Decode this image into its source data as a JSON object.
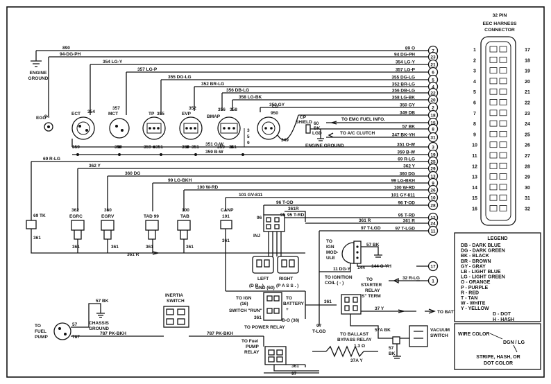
{
  "harness": {
    "title": "32 PIN",
    "subtitle_1": "EEC HARNESS",
    "subtitle_2": "CONNECTOR",
    "pins_left": [
      "1",
      "2",
      "3",
      "4",
      "5",
      "6",
      "7",
      "8",
      "9",
      "10",
      "11",
      "12",
      "13",
      "14",
      "15",
      "16"
    ],
    "pins_right": [
      "17",
      "18",
      "19",
      "20",
      "21",
      "22",
      "23",
      "24",
      "25",
      "26",
      "27",
      "28",
      "29",
      "30",
      "31",
      "32"
    ]
  },
  "circuits": [
    {
      "label": "89 O",
      "pin": "7"
    },
    {
      "label": "94 DG-PH",
      "pin": "23"
    },
    {
      "label": "354 LG-Y",
      "pin": "21"
    },
    {
      "label": "357 LG-P",
      "pin": "6"
    },
    {
      "label": "355 DG-LG",
      "pin": "5"
    },
    {
      "label": "352 BR-LG",
      "pin": "4"
    },
    {
      "label": "356 DB-LG",
      "pin": "22"
    },
    {
      "label": "358 LG-BK",
      "pin": "20"
    },
    {
      "label": "350 GY",
      "pin": "2"
    },
    {
      "label": "349 DB",
      "pin": "18"
    },
    {
      "label": "TO EMC FUEL INFO.",
      "pin": "15"
    },
    {
      "label": "57 BK",
      "pin": "8"
    },
    {
      "label": "347 BK-YH",
      "pin": "31"
    },
    {
      "label": "351 O-W",
      "pin": "3"
    },
    {
      "label": "359 B-W",
      "pin": "19"
    },
    {
      "label": "69 R-LG",
      "pin": "25"
    },
    {
      "label": "362 Y",
      "pin": "29"
    },
    {
      "label": "360 DG",
      "pin": "13"
    },
    {
      "label": "99 LG-BKH",
      "pin": "9"
    },
    {
      "label": "100 W-RD",
      "pin": "26"
    },
    {
      "label": "101 GY-811",
      "pin": "10"
    },
    {
      "label": "96 T-OD",
      "pin": "28"
    },
    {
      "label": "95 T-RD",
      "pin": "12"
    },
    {
      "label": "361 R",
      "pin": "24"
    },
    {
      "label": "97 T-LGD",
      "pin": "11"
    },
    {
      "label": "144 O-YH",
      "pin": "17"
    },
    {
      "label": "32 R-LG",
      "pin": "1"
    }
  ],
  "wires_left": {
    "w890": "890",
    "w94": "94-DG-PH",
    "w354": "354 LG-Y",
    "w357": "357 LG-P",
    "w355": "355 DG-LG",
    "w352": "352 BR-LG",
    "w356": "356 DB-LG",
    "w358": "358 LG-BK",
    "w350": "350 GY",
    "w351": "351 O-W",
    "w359": "359 B-W",
    "w69": "69 R-LG",
    "w362": "362 Y",
    "w360": "360 DG",
    "w99": "99 LG-BKH",
    "w100": "100 W-RD",
    "w101": "101 GV-811",
    "w96": "96 T-OD",
    "w361r": "361R",
    "w95": "95 T-RD",
    "w361": "361 R",
    "w11dg": "11 DG-Y",
    "w787": "787 PK-BKH",
    "w57": "57 BK",
    "w37y": "37 Y",
    "w57a": "57A BK",
    "w37ay": "37A Y",
    "w97": "97",
    "wtlgd": "T-LGD",
    "w13": "1.3 Ω"
  },
  "components": {
    "engine_ground_1": "ENGINE",
    "engine_ground_2": "GROUND",
    "ego": "EGO",
    "ego_num": "94",
    "ect": "ECT",
    "ect_num": "354",
    "mct": "MCT",
    "mct_num": "357",
    "tp": "TP",
    "tp_num": "355",
    "evp": "EVP",
    "evp_num": "352",
    "bmap": "BMAP",
    "bmap_356": "356",
    "bmap_358": "358",
    "cp": "CP",
    "cp_num": "950",
    "cp_shield_1": "CP",
    "cp_shield_2": "SHIELD",
    "cp_60": "60",
    "cp_bk": "BK",
    "cp_lgd": "LGD",
    "to_ac": "TO A/C CLUTCH",
    "engine_ground_right": "ENGINE GROUND",
    "n359a": "359",
    "n359b": "359",
    "n359c": "359",
    "n351a": "351",
    "n359d": "359",
    "n351b": "351",
    "n359e": "359",
    "n351c": "351",
    "n349": "349",
    "n3": "3",
    "n5": "5",
    "n9": "9",
    "tk": "69 TK",
    "tk_361": "361",
    "egrc": "EGRC",
    "egrc_num": "362",
    "egrc_361": "361",
    "egrv": "EGRV",
    "egrv_num": "360",
    "egrv_361": "361",
    "tad": "TAD 99",
    "tad_361": "361",
    "tab": "TAB",
    "tab_num": "100",
    "tab_361": "361",
    "canp": "CANP",
    "canp_num": "101",
    "canp_361": "361",
    "inj": "INJ",
    "inj_96": "96",
    "inj_95": "95",
    "left_1": "LEFT",
    "left_2": "(D R . )",
    "right_1": "RIGHT",
    "right_2": "(P A S S . )",
    "ign_mod_1": "TO",
    "ign_mod_2": "IGN",
    "ign_mod_3": "MOD-",
    "ign_mod_4": "ULE",
    "ign_57bk": "57 BK",
    "ign_144": "144",
    "ign_coil_1": "TO IGNITION",
    "ign_coil_2": "COIL ( - )",
    "starter_1": "TO",
    "starter_2": "STARTER",
    "starter_3": "RELAY",
    "starter_4": "\"S\" TERM",
    "gnd60": "GND (60)",
    "to_ign_1": "TO IGN",
    "to_ign_2": "(16)",
    "switch_run": "SWITCH \"RUN\"",
    "to_bat_1": "TO",
    "to_bat_2": "BATTERY",
    "to_bat_3": "+",
    "b038": "B-O (38)",
    "power_relay": "TO POWER RELAY",
    "n361a": "361",
    "n361b": "361",
    "inertia_1": "INERTIA",
    "inertia_2": "SWITCH",
    "chassis_1": "CHASSIS",
    "chassis_2": "GROUND",
    "fuel_pump_1": "TO",
    "fuel_pump_2": "FUEL",
    "fuel_pump_3": "PUMP",
    "n57": "57",
    "n787": "787",
    "fpr_1": "TO Fuel",
    "fpr_2": "PUMP",
    "fpr_3": "RELAY",
    "n361c": "361",
    "ballast_1": "TO BALLAST",
    "ballast_2": "BYPASS RELAY",
    "to_battery": "TO BATTERY +",
    "vacuum_1": "VACUUM",
    "vacuum_2": "SWITCH",
    "n57b": "57",
    "nbk": "BK"
  },
  "legend": {
    "title": "LEGEND",
    "items": [
      "DB - DARK BLUE",
      "DG - DARK GREEN",
      "BK - BLACK",
      "BR - BROWN",
      "GY - GRAY",
      "LB - LIGHT BLUE",
      "LG - LIGHT GREEN",
      "O - ORANGE",
      "P - PURPLE",
      "R - RED",
      "T - TAN",
      "W - WHITE",
      "Y - YELLOW"
    ],
    "d_dot": "D - DOT",
    "h_hash": "H - HASH",
    "wire_color": "WIRE COLOR",
    "example": "DGN / LG",
    "stripe_1": "STRIPE, HASH, OR",
    "stripe_2": "DOT COLOR"
  }
}
